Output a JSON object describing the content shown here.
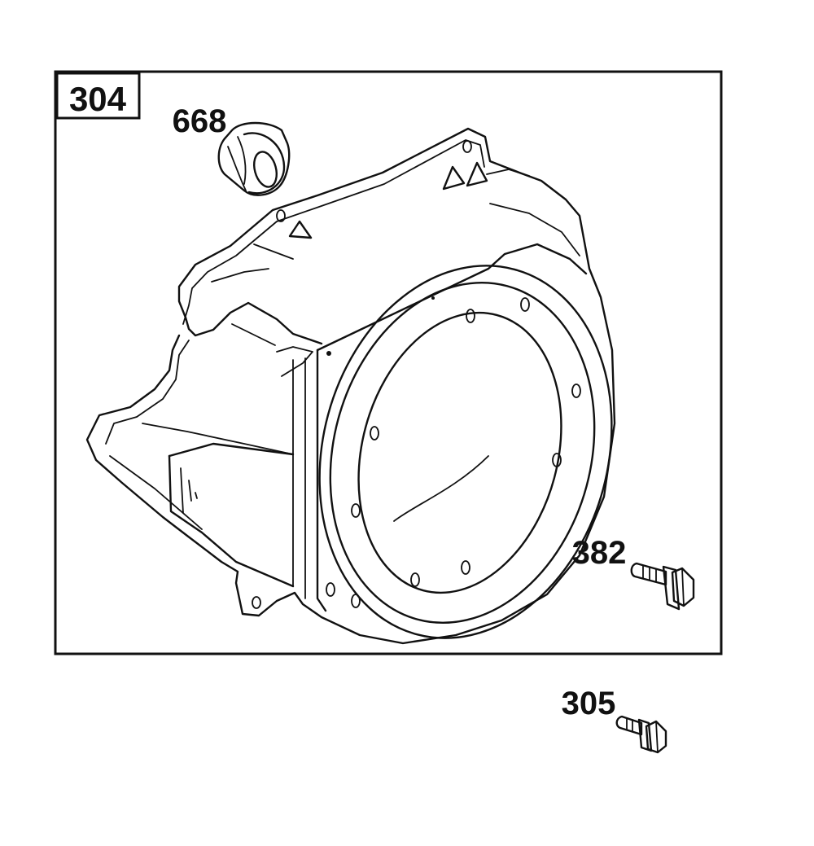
{
  "diagram": {
    "assembly_callout": "304",
    "parts": [
      {
        "callout": "668",
        "part": "grommet"
      },
      {
        "callout": "382",
        "part": "screw"
      },
      {
        "callout": "305",
        "part": "screw"
      }
    ]
  }
}
